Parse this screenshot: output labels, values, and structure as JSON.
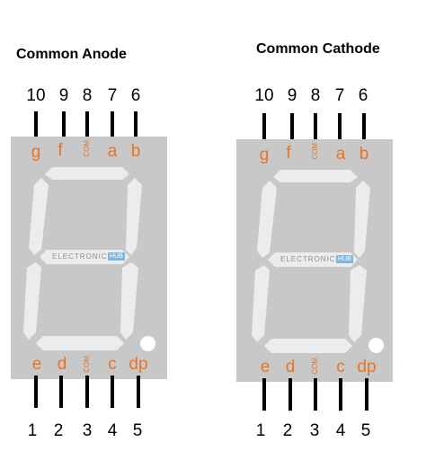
{
  "diagrams": [
    {
      "title": "Common Anode",
      "top_pins": [
        "10",
        "9",
        "8",
        "7",
        "6"
      ],
      "bottom_pins": [
        "1",
        "2",
        "3",
        "4",
        "5"
      ],
      "top_labels": [
        "g",
        "f",
        "COM",
        "a",
        "b"
      ],
      "bottom_labels": [
        "e",
        "d",
        "COM",
        "c",
        "dp"
      ],
      "watermark": "ELECTRONICS",
      "watermark_hub": "HUB"
    },
    {
      "title": "Common Cathode",
      "top_pins": [
        "10",
        "9",
        "8",
        "7",
        "6"
      ],
      "bottom_pins": [
        "1",
        "2",
        "3",
        "4",
        "5"
      ],
      "top_labels": [
        "g",
        "f",
        "COM",
        "a",
        "b"
      ],
      "bottom_labels": [
        "e",
        "d",
        "COM",
        "c",
        "dp"
      ],
      "watermark": "ELECTRONICS",
      "watermark_hub": "HUB"
    }
  ],
  "colors": {
    "body": "#c8c8c8",
    "segment": "#ececec",
    "label": "#e87422",
    "lead": "#000000"
  }
}
